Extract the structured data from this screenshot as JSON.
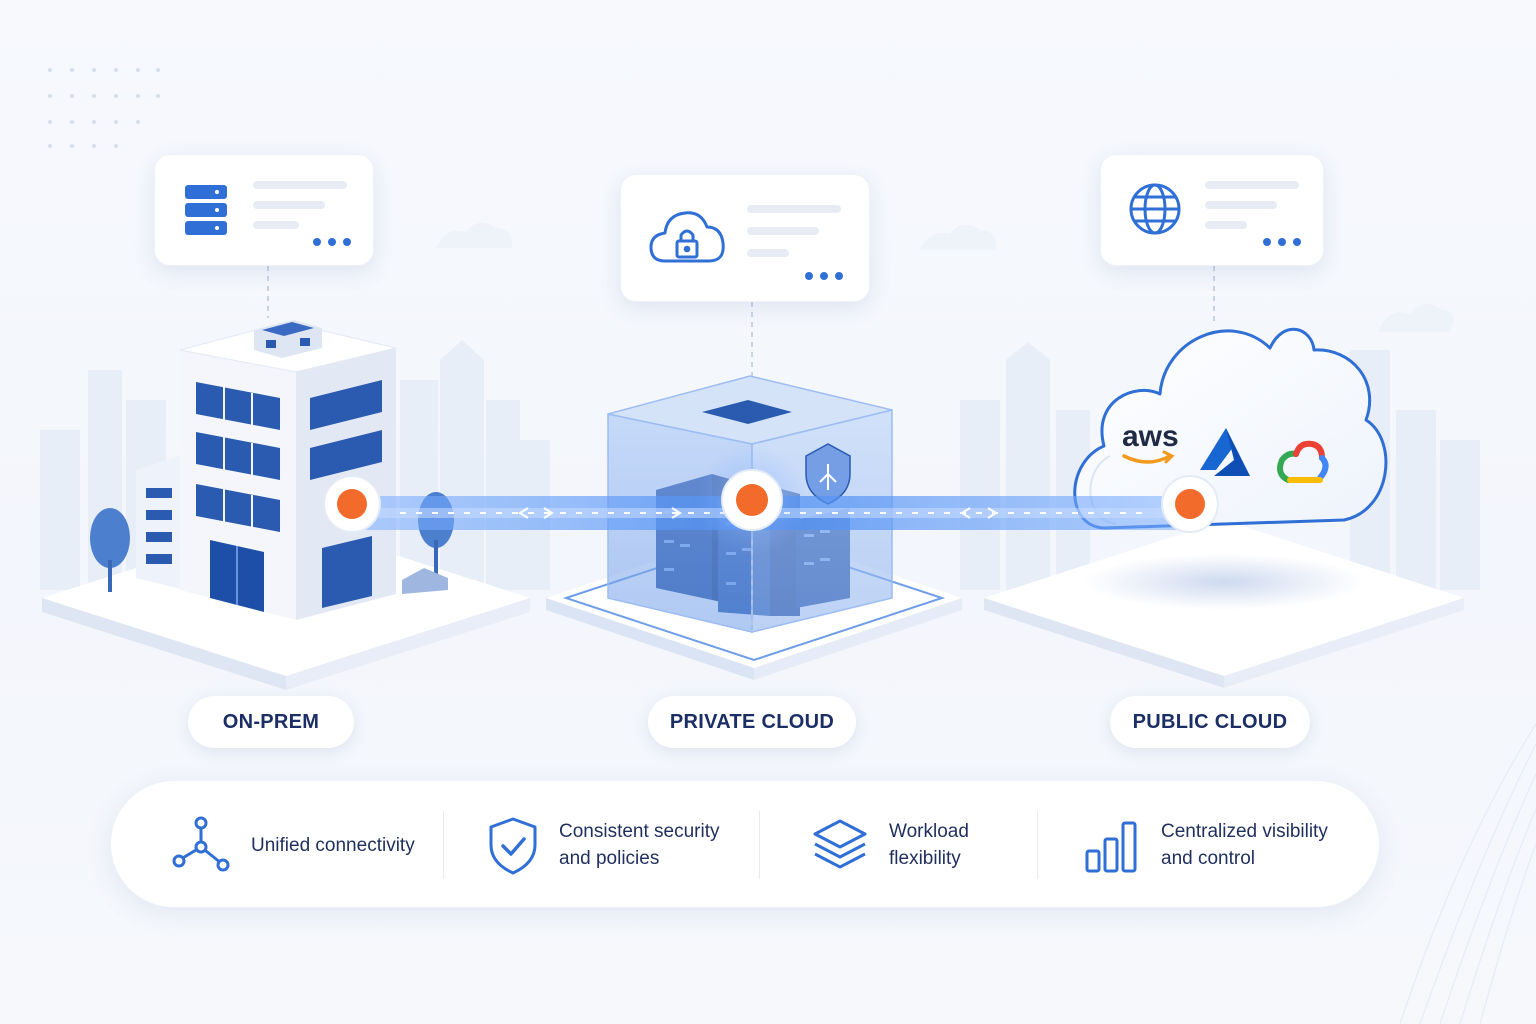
{
  "tiers": [
    {
      "label": "ON-PREM",
      "card_icon": "server-stack-icon"
    },
    {
      "label": "PRIVATE CLOUD",
      "card_icon": "cloud-lock-icon"
    },
    {
      "label": "PUBLIC CLOUD",
      "card_icon": "globe-icon"
    }
  ],
  "vendors": {
    "aws": "aws",
    "azure_icon": "azure-logo-icon",
    "gcp_icon": "google-cloud-logo-icon"
  },
  "features": [
    {
      "icon": "network-nodes-icon",
      "line1": "Unified connectivity",
      "line2": ""
    },
    {
      "icon": "shield-check-icon",
      "line1": "Consistent security",
      "line2": "and policies"
    },
    {
      "icon": "layers-icon",
      "line1": "Workload",
      "line2": "flexibility"
    },
    {
      "icon": "bar-chart-icon",
      "line1": "Centralized visibility",
      "line2": "and control"
    }
  ],
  "colors": {
    "primary": "#2f6fd6",
    "dark_blue": "#1e4fa8",
    "accent_orange": "#f26b2a",
    "background": "#f5f7fc"
  }
}
